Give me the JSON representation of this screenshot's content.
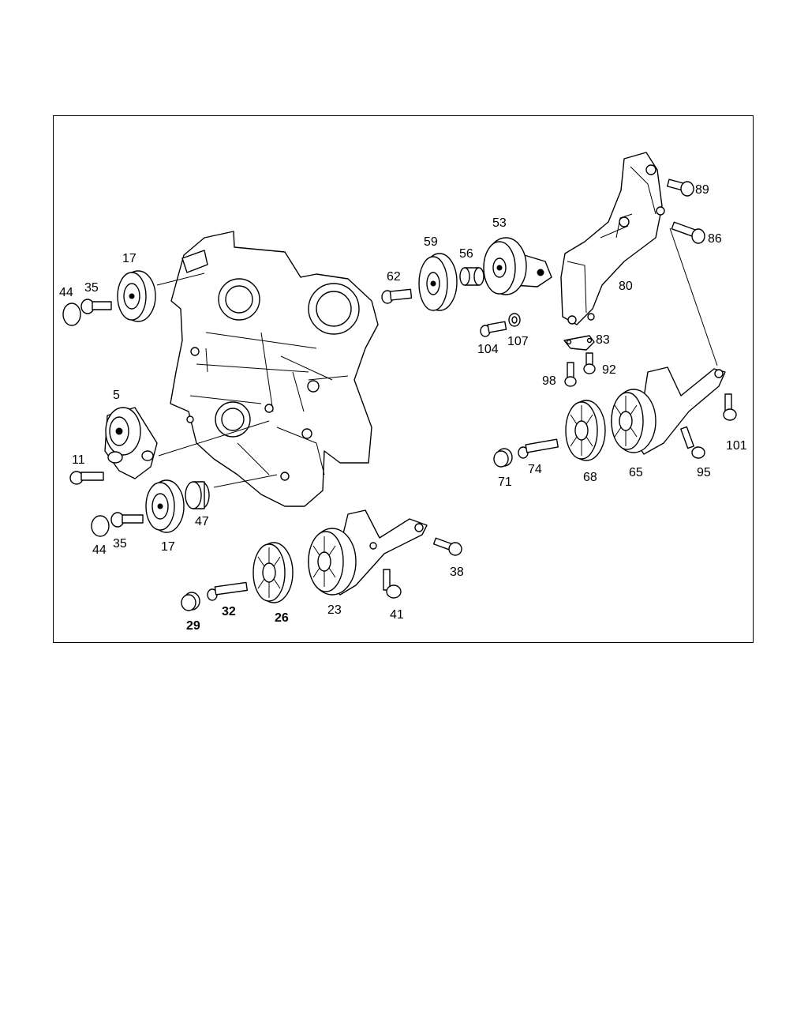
{
  "diagram": {
    "callouts": [
      {
        "id": "17a",
        "text": "17"
      },
      {
        "id": "35a",
        "text": "35"
      },
      {
        "id": "44a",
        "text": "44"
      },
      {
        "id": "5",
        "text": "5"
      },
      {
        "id": "11",
        "text": "11"
      },
      {
        "id": "44b",
        "text": "44"
      },
      {
        "id": "35b",
        "text": "35"
      },
      {
        "id": "17b",
        "text": "17"
      },
      {
        "id": "47",
        "text": "47"
      },
      {
        "id": "62",
        "text": "62"
      },
      {
        "id": "59",
        "text": "59"
      },
      {
        "id": "56",
        "text": "56"
      },
      {
        "id": "53",
        "text": "53"
      },
      {
        "id": "104",
        "text": "104"
      },
      {
        "id": "107",
        "text": "107"
      },
      {
        "id": "89",
        "text": "89"
      },
      {
        "id": "86",
        "text": "86"
      },
      {
        "id": "80",
        "text": "80"
      },
      {
        "id": "83",
        "text": "83"
      },
      {
        "id": "98",
        "text": "98"
      },
      {
        "id": "92",
        "text": "92"
      },
      {
        "id": "101",
        "text": "101"
      },
      {
        "id": "71",
        "text": "71"
      },
      {
        "id": "74",
        "text": "74"
      },
      {
        "id": "68",
        "text": "68"
      },
      {
        "id": "65",
        "text": "65"
      },
      {
        "id": "95",
        "text": "95"
      },
      {
        "id": "38",
        "text": "38"
      },
      {
        "id": "41",
        "text": "41"
      },
      {
        "id": "23",
        "text": "23"
      },
      {
        "id": "26",
        "text": "26"
      },
      {
        "id": "32",
        "text": "32"
      },
      {
        "id": "29",
        "text": "29"
      }
    ]
  }
}
